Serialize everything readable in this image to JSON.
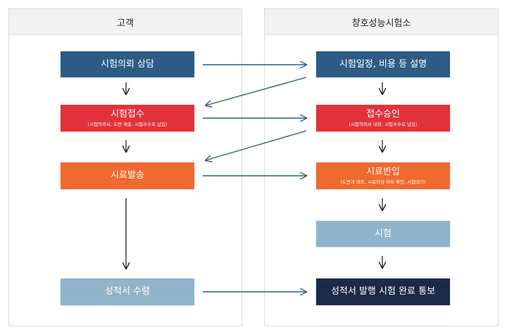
{
  "lanes": {
    "customer": "고객",
    "lab": "창호성능시험소"
  },
  "customer_steps": [
    {
      "label": "시험의뢰 상담",
      "sub": ""
    },
    {
      "label": "시험접수",
      "sub": "(시험의뢰서, 도면 제출, 시험수수료 납입)"
    },
    {
      "label": "시료발송",
      "sub": ""
    },
    {
      "label": "성적서 수령",
      "sub": ""
    }
  ],
  "lab_steps": [
    {
      "label": "시험일정, 비용 등 설명",
      "sub": ""
    },
    {
      "label": "접수승인",
      "sub": "(시험의뢰서 내용, 시험수수료 납입)"
    },
    {
      "label": "시료반입",
      "sub": "(도면과 대조, 시료이상 여부 확인, 시험대기)"
    },
    {
      "label": "시험",
      "sub": ""
    },
    {
      "label": "성적서 발행 시험 완료 통보",
      "sub": ""
    }
  ],
  "colors": {
    "navy": "#2c5c85",
    "red": "#e1323b",
    "orange": "#ee6a2e",
    "light_blue": "#8fb4cc",
    "dark_navy": "#1b2a48",
    "arrow_blue": "#2c5c85",
    "arrow_black": "#222222"
  }
}
